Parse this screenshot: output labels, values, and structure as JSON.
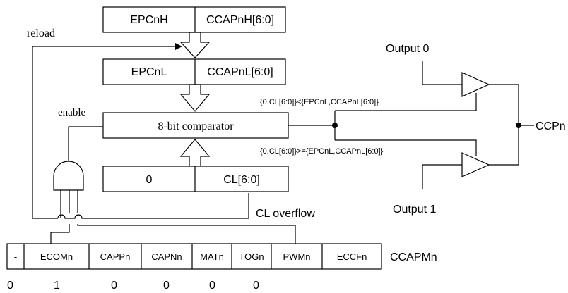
{
  "registers": {
    "epcnh": "EPCnH",
    "ccapnh": "CCAPnH[6:0]",
    "epcnl": "EPCnL",
    "ccapnl": "CCAPnL[6:0]",
    "zero": "0",
    "cl": "CL[6:0]"
  },
  "comparator": {
    "label": "8-bit comparator"
  },
  "labels": {
    "reload": "reload",
    "enable": "enable",
    "cl_overflow": "CL overflow",
    "output0": "Output 0",
    "output1": "Output 1",
    "ccpn": "CCPn",
    "cond_less": "{0,CL[6:0]}<{EPCnL,CCAPnL[6:0]}",
    "cond_greater_equal": "{0,CL[6:0]}>={EPCnL,CCAPnL[6:0]}"
  },
  "ccapmn": {
    "name": "CCAPMn",
    "bits": [
      "-",
      "ECOMn",
      "CAPPn",
      "CAPNn",
      "MATn",
      "TOGn",
      "PWMn",
      "ECCFn"
    ],
    "values": [
      "0",
      "1",
      "0",
      "0",
      "0",
      "0"
    ]
  }
}
